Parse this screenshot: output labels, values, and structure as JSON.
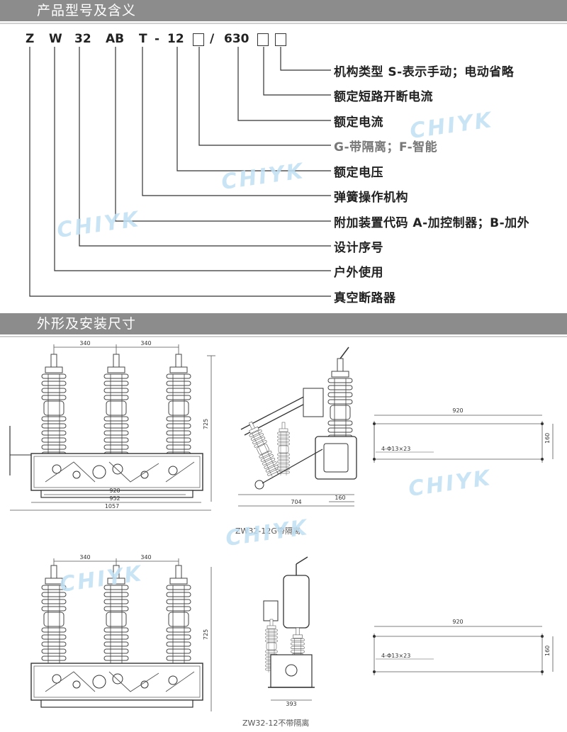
{
  "section1_title": "产品型号及含义",
  "model_code": {
    "chars": [
      "Z",
      "W",
      "32",
      "AB",
      "T",
      "-",
      "12",
      "/",
      "630"
    ]
  },
  "meanings": [
    "机构类型  S-表示手动；电动省略",
    "额定短路开断电流",
    "额定电流",
    "G-带隔离；F-智能",
    "额定电压",
    "弹簧操作机构",
    "附加装置代码 A-加控制器；B-加外",
    "设计序号",
    "户外使用",
    "真空断路器"
  ],
  "section2_title": "外形及安装尺寸",
  "watermark": "CHIYK",
  "dims": {
    "pitch": "340",
    "height": "725",
    "w920": "920",
    "w952": "952",
    "w1057": "1057",
    "w704": "704",
    "w160": "160",
    "w393": "393",
    "holes": "4-Φ13×23"
  },
  "captions": {
    "with_isolation": "ZW32-12G带隔离",
    "without_isolation": "ZW32-12不带隔离"
  }
}
